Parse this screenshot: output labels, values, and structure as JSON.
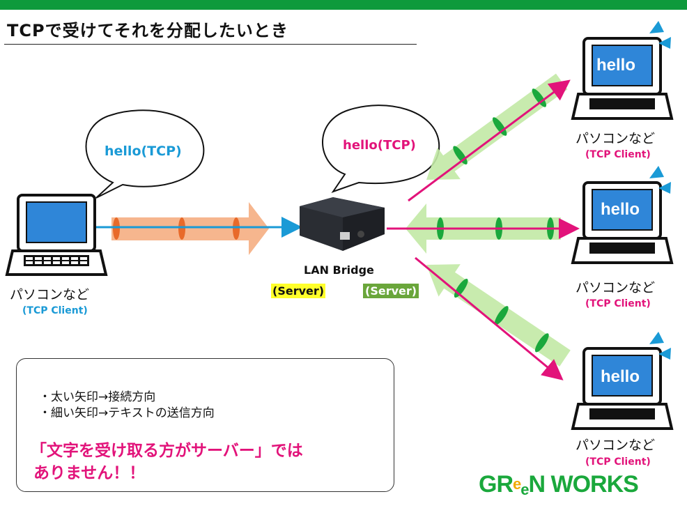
{
  "title": "TCPで受けてそれを分配したいとき",
  "left_pc": {
    "label": "パソコンなど",
    "sub": "(TCP Client)"
  },
  "left_bubble": "hello(TCP)",
  "center_bubble": "hello(TCP)",
  "bridge": {
    "label": "LAN Bridge",
    "server_left": "(Server)",
    "server_right": "(Server)"
  },
  "right_pcs": [
    {
      "screen": "hello",
      "label": "パソコンなど",
      "sub": "(TCP Client)"
    },
    {
      "screen": "hello",
      "label": "パソコンなど",
      "sub": "(TCP Client)"
    },
    {
      "screen": "hello",
      "label": "パソコンなど",
      "sub": "(TCP Client)"
    }
  ],
  "notes": {
    "line1": "・太い矢印→接続方向",
    "line2": "・細い矢印→テキストの送信方向",
    "emphasis1": "「文字を受け取る方がサーバー」では",
    "emphasis2": "ありません！！"
  },
  "logo": {
    "part1": "GR",
    "part2": "e",
    "part3": "e",
    "part4": "N WORKS"
  },
  "colors": {
    "green_bar": "#0e9a3c",
    "blue": "#1a9ad6",
    "pink": "#e2137a",
    "screen": "#2f86d8",
    "orange_arrow": "#f4a97a",
    "green_arrow": "#c2e9a5"
  }
}
